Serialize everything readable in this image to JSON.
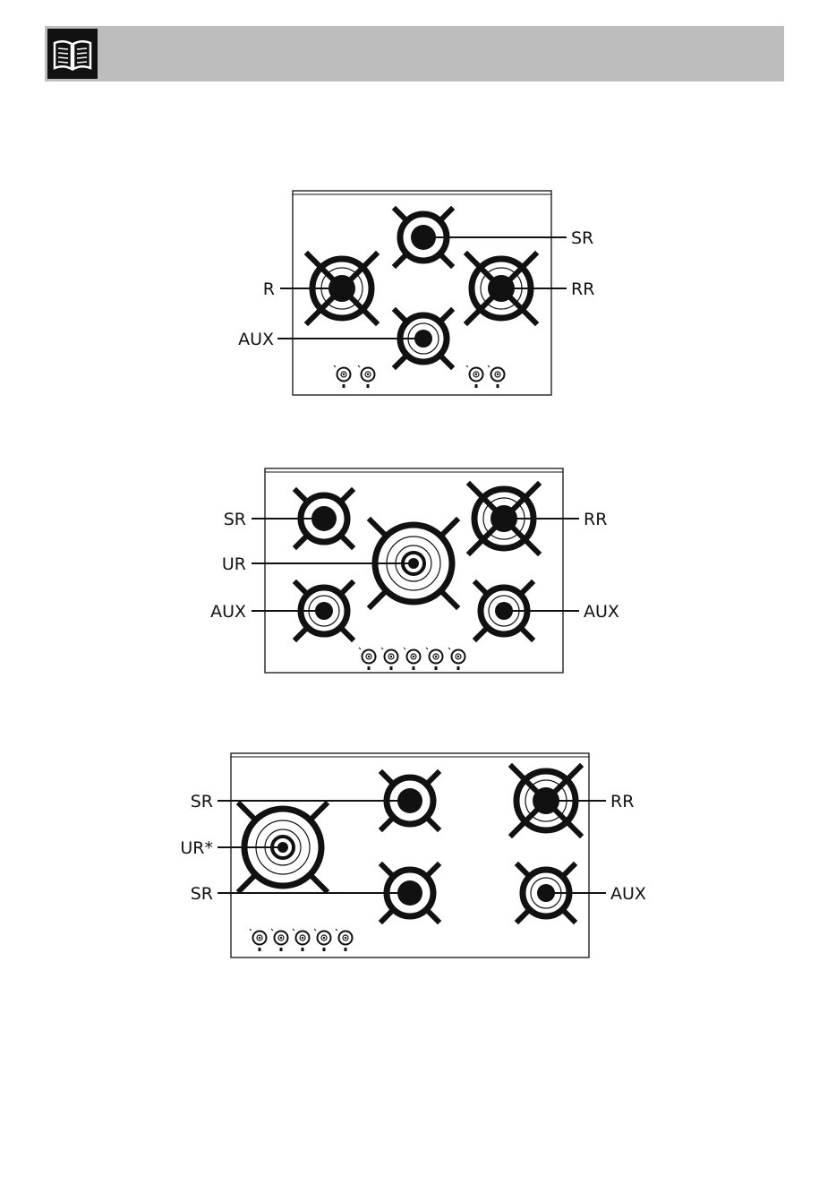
{
  "header": {
    "icon": "book-icon"
  },
  "hob_1": {
    "labels": {
      "sr": "SR",
      "r": "R",
      "rr": "RR",
      "aux": "AUX"
    }
  },
  "hob_2": {
    "labels": {
      "sr": "SR",
      "ur": "UR",
      "aux_left": "AUX",
      "rr": "RR",
      "aux_right": "AUX"
    }
  },
  "hob_3": {
    "labels": {
      "sr_top": "SR",
      "ur": "UR*",
      "sr_bottom": "SR",
      "rr": "RR",
      "aux": "AUX"
    }
  },
  "colors": {
    "header_bg": "#bdbdbd",
    "ink": "#111111"
  }
}
